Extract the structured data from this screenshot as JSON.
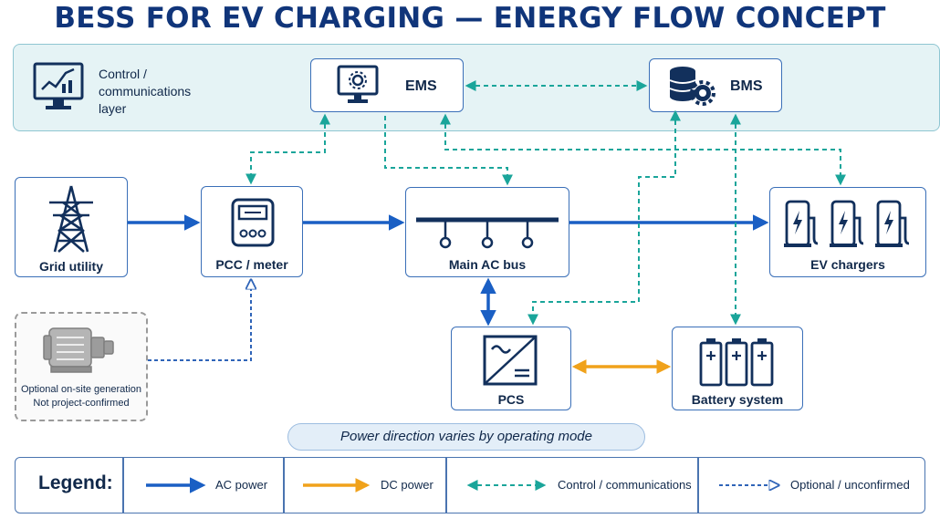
{
  "title": "BESS FOR EV CHARGING — ENERGY FLOW CONCEPT",
  "control_layer": {
    "label_lines": [
      "Control /",
      "communications",
      "layer"
    ]
  },
  "nodes": {
    "ems": "EMS",
    "bms": "BMS",
    "grid": "Grid utility",
    "pcc": "PCC / meter",
    "bus": "Main AC bus",
    "ev": "EV chargers",
    "gen": [
      "Optional on-site generation",
      "Not project-confirmed"
    ],
    "pcs": "PCS",
    "battery": "Battery system"
  },
  "note": "Power direction varies by operating mode",
  "legend": {
    "title": "Legend:",
    "items": [
      {
        "label": "AC power",
        "color": "#1a5fc4",
        "style": "solid"
      },
      {
        "label": "DC power",
        "color": "#f0a21b",
        "style": "solid"
      },
      {
        "label": "Control / communications",
        "color": "#1aa59a",
        "style": "dashed"
      },
      {
        "label": "Optional / unconfirmed",
        "color": "#2f64b8",
        "style": "dashed"
      }
    ]
  },
  "colors": {
    "ac": "#1a5fc4",
    "dc": "#f0a21b",
    "control": "#1aa59a",
    "optional": "#2f64b8",
    "navy": "#12305c"
  }
}
